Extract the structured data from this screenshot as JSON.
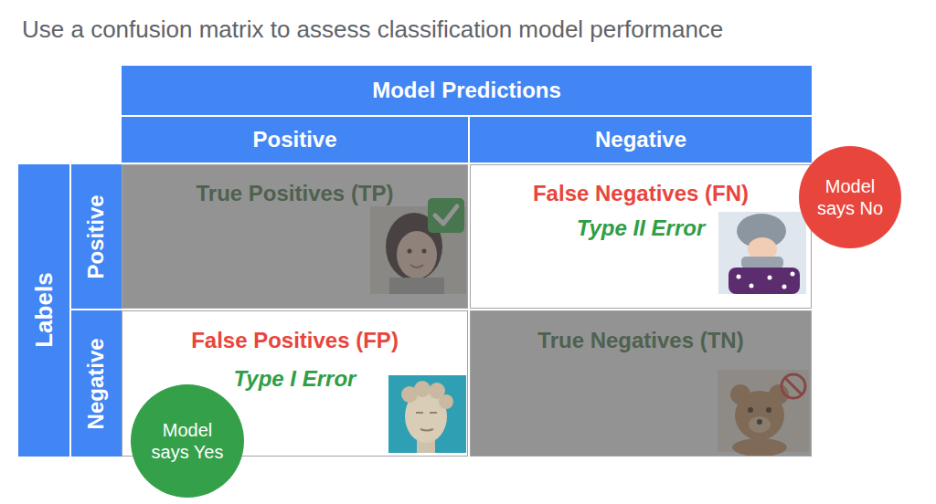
{
  "diagram": {
    "title": "Use a confusion matrix to assess classification model performance",
    "nodes": [
      {
        "text": [
          "Model Predictions"
        ]
      },
      {
        "text": [
          "Positive"
        ]
      },
      {
        "text": [
          "Negative"
        ]
      },
      {
        "text": [
          "Labels"
        ]
      },
      {
        "text": [
          "Positive"
        ]
      },
      {
        "text": [
          "True Positives (TP)"
        ]
      },
      {
        "text": [
          "False Negatives (FN)",
          "Type II Error"
        ]
      },
      {
        "text": [
          "Model says No"
        ]
      },
      {
        "text": [
          "Negative"
        ]
      },
      {
        "text": [
          "False Positives (FP)",
          "Type I Error"
        ]
      },
      {
        "text": [
          "True Negatives (TN)"
        ]
      },
      {
        "text": [
          "Model says Yes"
        ]
      }
    ]
  }
}
